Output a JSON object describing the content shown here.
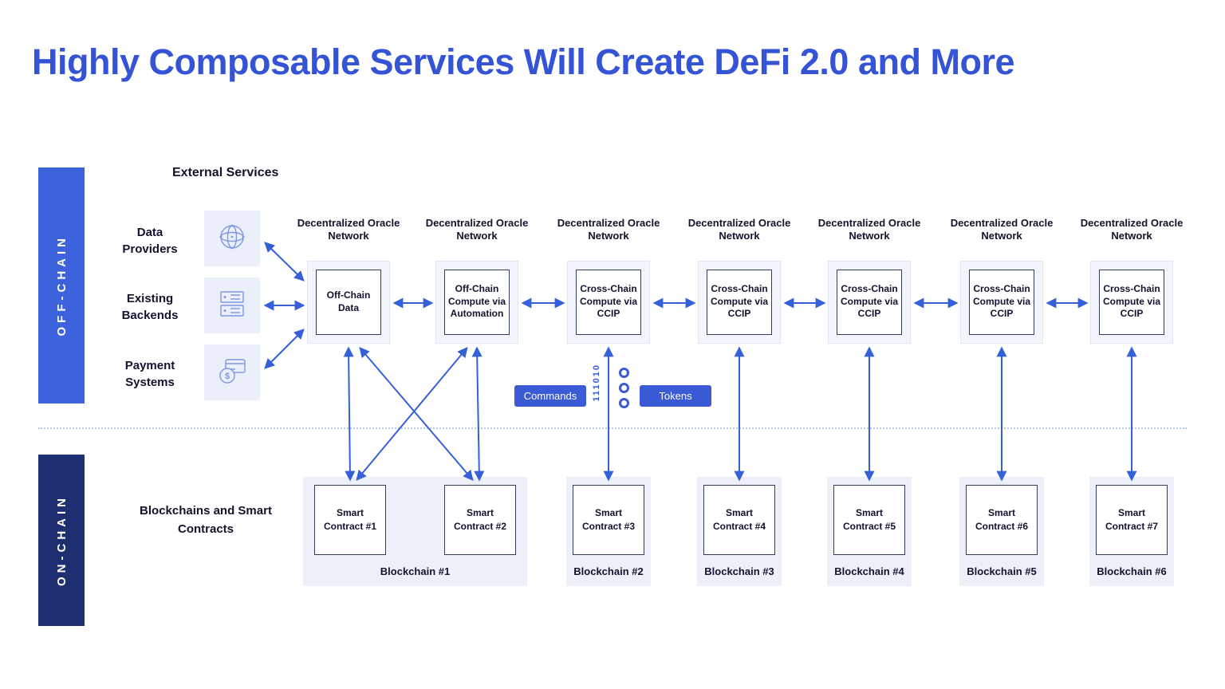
{
  "title": "Highly Composable Services Will Create DeFi 2.0 and More",
  "lanes": {
    "off_chain": "OFF-CHAIN",
    "on_chain": "ON-CHAIN"
  },
  "external_services": {
    "heading": "External Services",
    "items": [
      {
        "label": "Data Providers",
        "icon": "data-providers-icon"
      },
      {
        "label": "Existing Backends",
        "icon": "server-icon"
      },
      {
        "label": "Payment Systems",
        "icon": "payment-icon"
      }
    ]
  },
  "oracle_networks": [
    {
      "heading": "Decentralized Oracle Network",
      "label": "Off-Chain Data"
    },
    {
      "heading": "Decentralized Oracle Network",
      "label": "Off-Chain Compute via Automation"
    },
    {
      "heading": "Decentralized Oracle Network",
      "label": "Cross-Chain Compute via CCIP"
    },
    {
      "heading": "Decentralized Oracle Network",
      "label": "Cross-Chain Compute via CCIP"
    },
    {
      "heading": "Decentralized Oracle Network",
      "label": "Cross-Chain Compute via CCIP"
    },
    {
      "heading": "Decentralized Oracle Network",
      "label": "Cross-Chain Compute via CCIP"
    },
    {
      "heading": "Decentralized Oracle Network",
      "label": "Cross-Chain Compute via CCIP"
    }
  ],
  "flow_labels": {
    "commands": "Commands",
    "tokens": "Tokens",
    "binary": "111010"
  },
  "on_chain": {
    "heading": "Blockchains and Smart Contracts",
    "blockchains": [
      {
        "label": "Blockchain #1",
        "contracts": [
          "Smart Contract #1",
          "Smart Contract #2"
        ]
      },
      {
        "label": "Blockchain #2",
        "contracts": [
          "Smart Contract #3"
        ]
      },
      {
        "label": "Blockchain #3",
        "contracts": [
          "Smart Contract #4"
        ]
      },
      {
        "label": "Blockchain #4",
        "contracts": [
          "Smart Contract #5"
        ]
      },
      {
        "label": "Blockchain #5",
        "contracts": [
          "Smart Contract #6"
        ]
      },
      {
        "label": "Blockchain #6",
        "contracts": [
          "Smart Contract #7"
        ]
      }
    ]
  },
  "colors": {
    "title": "#3453d5",
    "arrow": "#3560d8",
    "off_chain_bar": "#3d63dc",
    "on_chain_bar": "#1d2f71",
    "pill": "#3a5ad6"
  }
}
